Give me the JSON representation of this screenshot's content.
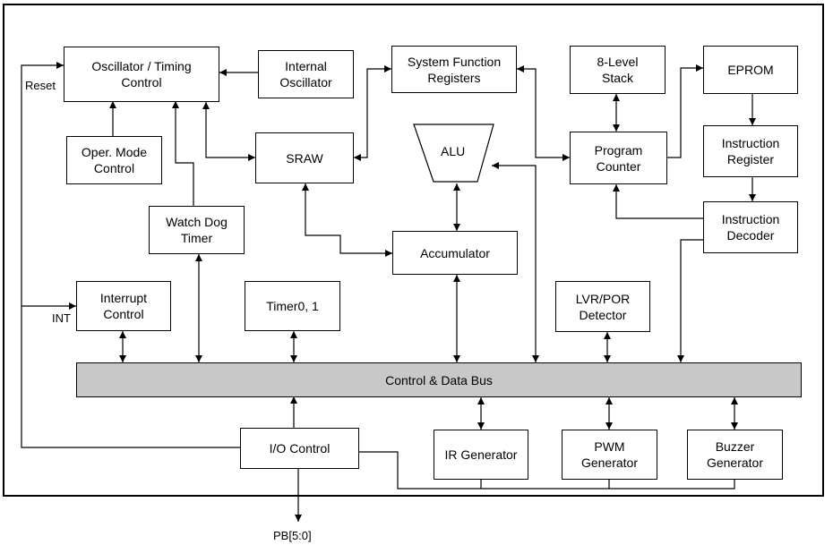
{
  "blocks": {
    "osc_timing": "Oscillator / Timing\nControl",
    "internal_osc": "Internal\nOscillator",
    "sfr": "System Function\nRegisters",
    "stack": "8-Level\nStack",
    "eprom": "EPROM",
    "oper_mode": "Oper. Mode\nControl",
    "sraw": "SRAW",
    "alu": "ALU",
    "program_counter": "Program\nCounter",
    "instruction_register": "Instruction\nRegister",
    "watchdog": "Watch Dog\nTimer",
    "accumulator": "Accumulator",
    "instruction_decoder": "Instruction\nDecoder",
    "interrupt": "Interrupt\nControl",
    "timer": "Timer0, 1",
    "lvr_por": "LVR/POR\nDetector",
    "bus": "Control & Data Bus",
    "io_control": "I/O Control",
    "ir_generator": "IR Generator",
    "pwm_generator": "PWM\nGenerator",
    "buzzer_generator": "Buzzer\nGenerator"
  },
  "labels": {
    "reset": "Reset",
    "int": "INT",
    "pb": "PB[5:0]"
  }
}
